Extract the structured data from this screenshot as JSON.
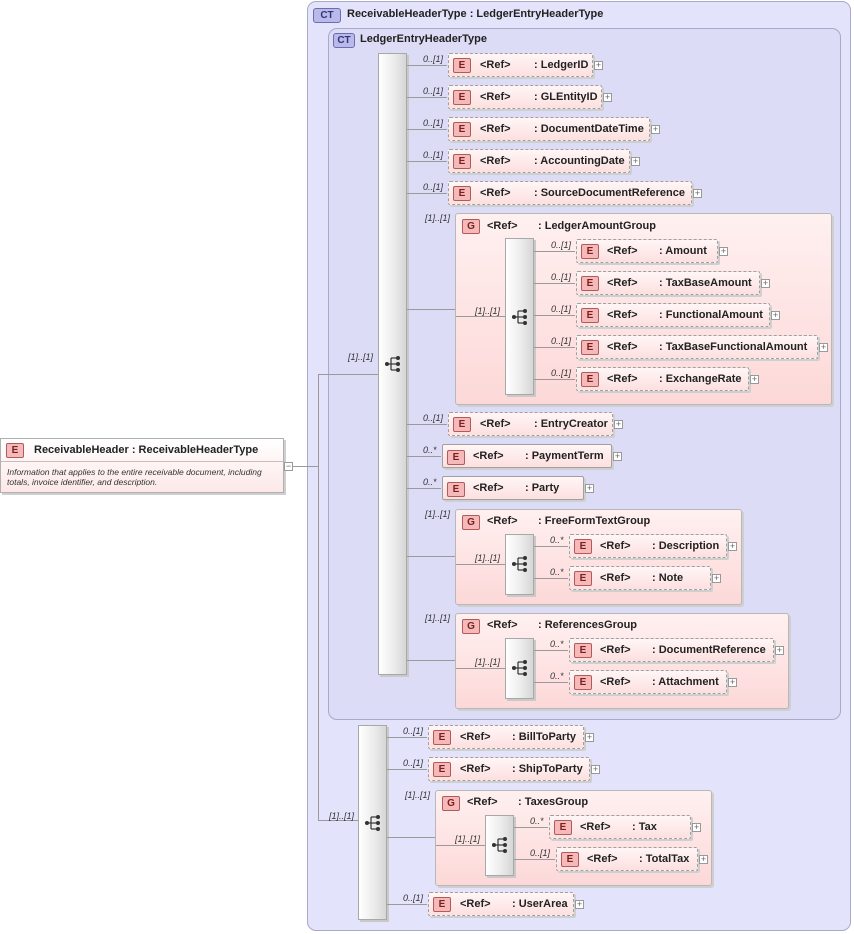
{
  "root": {
    "badge": "E",
    "label": "ReceivableHeader : ReceivableHeaderType",
    "documentation": "Information that applies to the entire receivable document, including totals, invoice identifier, and description."
  },
  "outer_type": {
    "badge": "CT",
    "title": "ReceivableHeaderType : LedgerEntryHeaderType"
  },
  "inner_type": {
    "badge": "CT",
    "title": "LedgerEntryHeaderType"
  },
  "ref_label": "<Ref>",
  "occurrences": {
    "seq_inner": "[1]..[1]",
    "seq_outer": "[1]..[1]"
  },
  "inner_elements": [
    {
      "name": ": LedgerID",
      "occ": "0..[1]"
    },
    {
      "name": ": GLEntityID",
      "occ": "0..[1]"
    },
    {
      "name": ": DocumentDateTime",
      "occ": "0..[1]"
    },
    {
      "name": ": AccountingDate",
      "occ": "0..[1]"
    },
    {
      "name": ": SourceDocumentReference",
      "occ": "0..[1]"
    }
  ],
  "ledger_amount_group": {
    "badge": "G",
    "name": ": LedgerAmountGroup",
    "occ": "[1]..[1]",
    "seq_occ": "[1]..[1]",
    "items": [
      {
        "name": ": Amount",
        "occ": "0..[1]"
      },
      {
        "name": ": TaxBaseAmount",
        "occ": "0..[1]"
      },
      {
        "name": ": FunctionalAmount",
        "occ": "0..[1]"
      },
      {
        "name": ": TaxBaseFunctionalAmount",
        "occ": "0..[1]"
      },
      {
        "name": ": ExchangeRate",
        "occ": "0..[1]"
      }
    ]
  },
  "mid_elements": [
    {
      "name": ": EntryCreator",
      "occ": "0..[1]"
    },
    {
      "name": ": PaymentTerm",
      "occ": "0..*"
    },
    {
      "name": ": Party",
      "occ": "0..*"
    }
  ],
  "free_form_text_group": {
    "badge": "G",
    "name": ": FreeFormTextGroup",
    "occ": "[1]..[1]",
    "seq_occ": "[1]..[1]",
    "items": [
      {
        "name": ": Description",
        "occ": "0..*"
      },
      {
        "name": ": Note",
        "occ": "0..*"
      }
    ]
  },
  "references_group": {
    "badge": "G",
    "name": ": ReferencesGroup",
    "occ": "[1]..[1]",
    "seq_occ": "[1]..[1]",
    "items": [
      {
        "name": ": DocumentReference",
        "occ": "0..*"
      },
      {
        "name": ": Attachment",
        "occ": "0..*"
      }
    ]
  },
  "outer_elements": [
    {
      "name": ": BillToParty",
      "occ": "0..[1]"
    },
    {
      "name": ": ShipToParty",
      "occ": "0..[1]"
    }
  ],
  "taxes_group": {
    "badge": "G",
    "name": ": TaxesGroup",
    "occ": "[1]..[1]",
    "seq_occ": "[1]..[1]",
    "items": [
      {
        "name": ": Tax",
        "occ": "0..*"
      },
      {
        "name": ": TotalTax",
        "occ": "0..[1]"
      }
    ]
  },
  "last_element": {
    "name": ": UserArea",
    "occ": "0..[1]"
  },
  "badge_e": "E",
  "plus_symbol": "+",
  "minus_symbol": "−"
}
